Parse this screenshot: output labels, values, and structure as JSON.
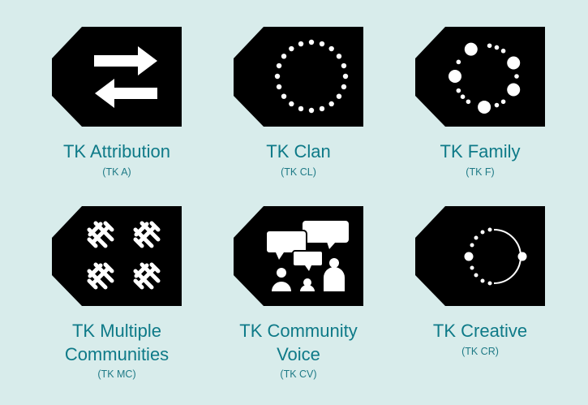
{
  "labels": [
    {
      "title": "TK Attribution",
      "abbr": "(TK A)",
      "icon": "arrows-exchange-icon"
    },
    {
      "title": "TK Clan",
      "abbr": "(TK CL)",
      "icon": "dotted-circle-icon"
    },
    {
      "title": "TK Family",
      "abbr": "(TK F)",
      "icon": "family-circle-icon"
    },
    {
      "title": "TK Multiple Communities",
      "title_line1": "TK Multiple",
      "title_line2": "Communities",
      "abbr": "(TK MC)",
      "icon": "woven-knots-icon"
    },
    {
      "title": "TK Community Voice",
      "title_line1": "TK Community",
      "title_line2": "Voice",
      "abbr": "(TK CV)",
      "icon": "speech-people-icon"
    },
    {
      "title": "TK Creative",
      "abbr": "(TK CR)",
      "icon": "half-arc-icon"
    }
  ],
  "colors": {
    "background": "#d8eceb",
    "tag": "#000000",
    "text": "#0e7a88"
  }
}
